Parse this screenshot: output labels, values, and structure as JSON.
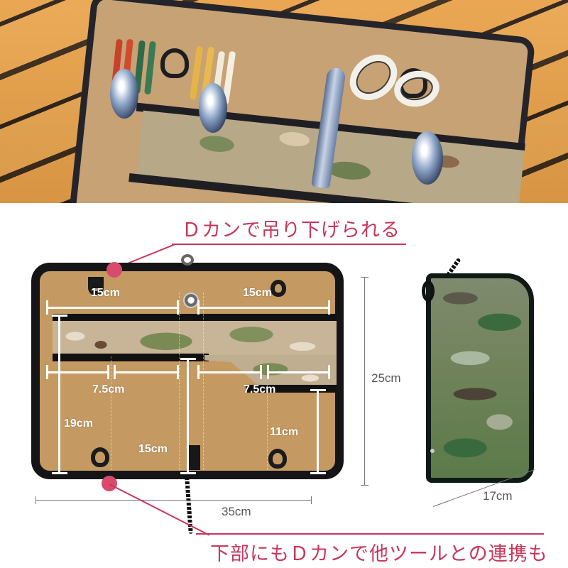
{
  "photo": {
    "description": "Open cutlery roll case on wooden table with chopsticks, spoons, forks, knife and scissors",
    "colors": {
      "wood": "#e9a24a",
      "canvas": "#c6a274",
      "zipper": "#24242a"
    }
  },
  "callouts": {
    "top": "Ｄカンで吊り下げられる",
    "bottom": "下部にもＤカンで他ツールとの連携も",
    "color": "#c8365a"
  },
  "open_case": {
    "dimensions": {
      "top_left_width": "15cm",
      "top_right_width": "15cm",
      "mid_left_width": "7.5cm",
      "mid_right_width": "7.5cm",
      "left_height": "19cm",
      "center_height": "15cm",
      "right_height": "11cm"
    },
    "overall_width": "35cm",
    "overall_height": "25cm"
  },
  "closed_case": {
    "height": "25cm",
    "width": "17cm"
  }
}
